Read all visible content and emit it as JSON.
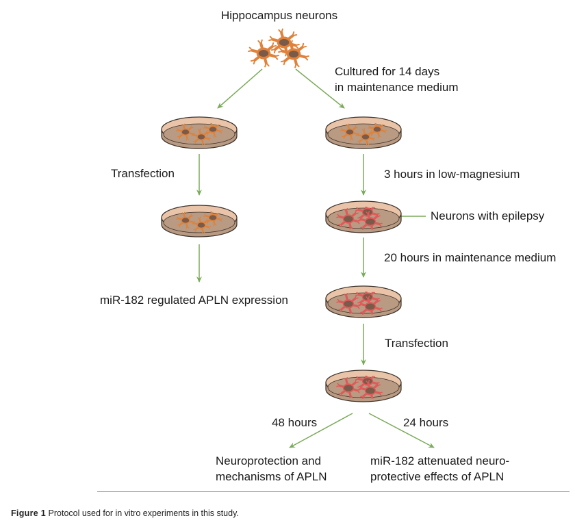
{
  "figure": {
    "title": "Hippocampus neurons",
    "colors": {
      "arrow": "#7aaa5a",
      "dish_rim": "#e9c4a8",
      "dish_base": "#b99a82",
      "dish_outline": "#3a3028",
      "healthy_neuron": "#e0823a",
      "epileptic_neuron": "#e05a5a",
      "nucleus": "#7a5a48"
    },
    "steps": {
      "cultured": [
        "Cultured for 14 days",
        "in maintenance medium"
      ],
      "left_transfection": "Transfection",
      "left_result": "miR-182 regulated APLN expression",
      "low_mg": "3 hours in low-magnesium",
      "epilepsy_label": "Neurons with epilepsy",
      "maintenance_20h": "20 hours in maintenance medium",
      "right_transfection": "Transfection",
      "branch_48h": "48 hours",
      "branch_24h": "24 hours",
      "outcome_48h": [
        "Neuroprotection and",
        "mechanisms of APLN"
      ],
      "outcome_24h": [
        "miR-182 attenuated neuro-",
        "protective effects of APLN"
      ]
    },
    "dishes": [
      {
        "id": "left-1",
        "state": "healthy"
      },
      {
        "id": "left-2",
        "state": "healthy"
      },
      {
        "id": "right-1",
        "state": "healthy"
      },
      {
        "id": "right-2",
        "state": "epileptic"
      },
      {
        "id": "right-3",
        "state": "epileptic"
      },
      {
        "id": "right-4",
        "state": "epileptic"
      }
    ]
  },
  "caption": {
    "label": "Figure 1",
    "text": "Protocol used for in vitro experiments in this study."
  }
}
